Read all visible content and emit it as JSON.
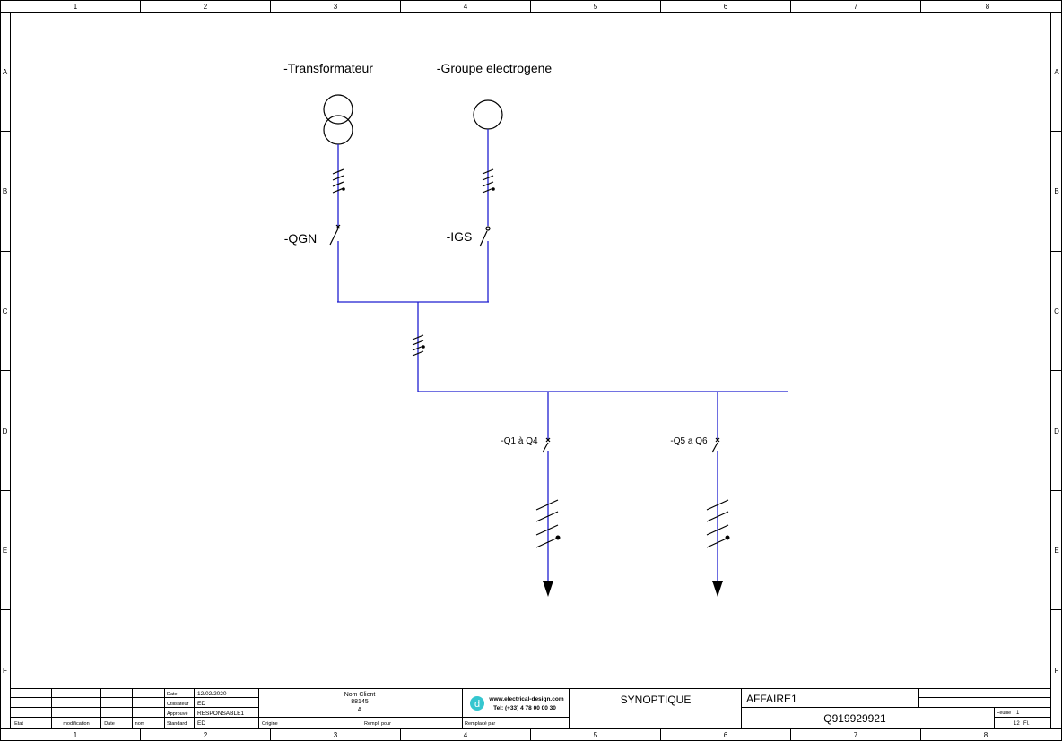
{
  "frame": {
    "columns": [
      "1",
      "2",
      "3",
      "4",
      "5",
      "6",
      "7",
      "8"
    ],
    "rows": [
      "A",
      "B",
      "C",
      "D",
      "E",
      "F"
    ]
  },
  "diagram": {
    "sources": {
      "transformer": "-Transformateur",
      "generator": "-Groupe electrogene"
    },
    "breakers": {
      "qgn": "-QGN",
      "igs": "-IGS",
      "q1_q4": "-Q1 à Q4",
      "q5_q6": "-Q5 a Q6"
    }
  },
  "title_block": {
    "rev_headers": {
      "etat": "Etat",
      "modification": "modification",
      "date": "Date",
      "nom": "nom"
    },
    "meta": {
      "date_label": "Date",
      "date_value": "12/02/2020",
      "user_label": "Utilisateur",
      "user_value": "ED",
      "approved_label": "Approuvé",
      "approved_value": "RESPONSABLE1",
      "standard_label": "Standard",
      "standard_value": "ED"
    },
    "client": {
      "name": "Nom Client",
      "number": "88145",
      "index": "A"
    },
    "bottom_labels": {
      "origine": "Origine",
      "rempl_pour": "Rempl. pour",
      "remplace_par": "Remplacé par"
    },
    "logo": {
      "letter": "d",
      "website": "www.electrical-design.com",
      "phone": "Tel: (+33) 4 78 00 00 30"
    },
    "drawing_title": "SYNOPTIQUE",
    "affaire": "AFFAIRE1",
    "reference": "Q919929921",
    "sheet": {
      "label": "Feuille",
      "number": "1",
      "total": "12",
      "total_suffix": "Fl."
    }
  }
}
